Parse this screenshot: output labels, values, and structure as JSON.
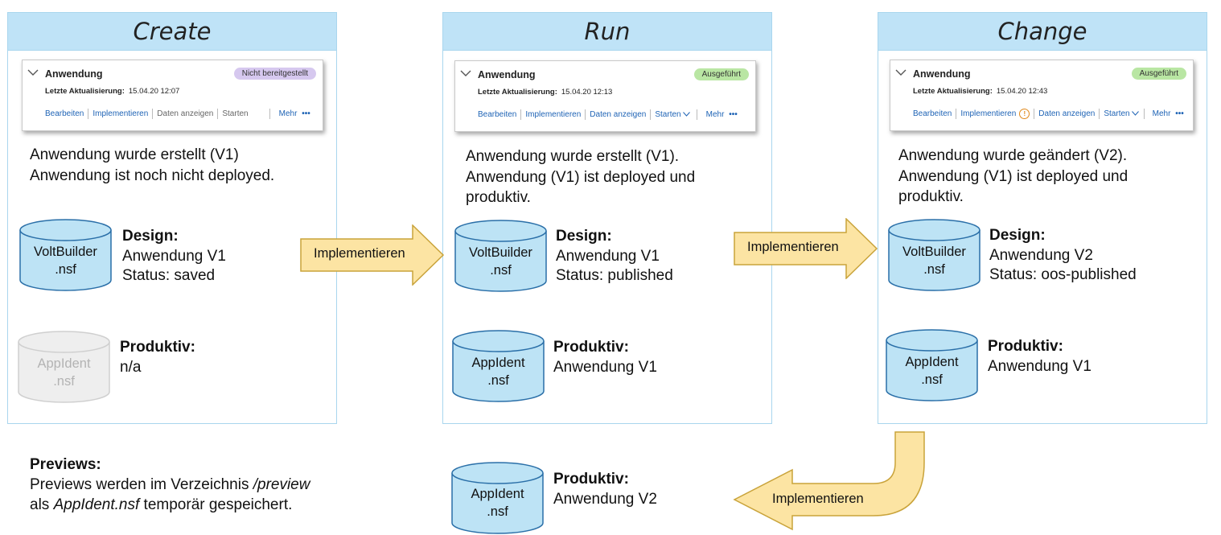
{
  "panels": [
    {
      "header": "Create",
      "card": {
        "title": "Anwendung",
        "badge": "Nicht bereitgestellt",
        "badge_color": "#d6c8ef",
        "updated_label": "Letzte Aktualisierung:",
        "updated_value": "15.04.20 12:07",
        "actions": {
          "edit": "Bearbeiten",
          "deploy": "Implementieren",
          "view": "Daten anzeigen",
          "start": "Starten",
          "more": "Mehr",
          "more_dots": "•••"
        }
      },
      "description": [
        "Anwendung wurde erstellt (V1)",
        "Anwendung ist noch nicht deployed."
      ],
      "design_db": {
        "line1": "VoltBuilder",
        "line2": ".nsf"
      },
      "design_info": {
        "title": "Design:",
        "line1": "Anwendung V1",
        "line2": "Status: saved"
      },
      "prod_db": {
        "line1": "AppIdent",
        "line2": ".nsf"
      },
      "prod_info": {
        "title": "Produktiv:",
        "line1": "n/a"
      }
    },
    {
      "header": "Run",
      "card": {
        "title": "Anwendung",
        "badge": "Ausgeführt",
        "badge_color": "#b9e6a3",
        "updated_label": "Letzte Aktualisierung:",
        "updated_value": "15.04.20 12:13",
        "actions": {
          "edit": "Bearbeiten",
          "deploy": "Implementieren",
          "view": "Daten anzeigen",
          "start": "Starten",
          "more": "Mehr",
          "more_dots": "•••"
        }
      },
      "description": [
        "Anwendung wurde erstellt (V1).",
        "Anwendung (V1) ist deployed und",
        "produktiv."
      ],
      "design_db": {
        "line1": "VoltBuilder",
        "line2": ".nsf"
      },
      "design_info": {
        "title": "Design:",
        "line1": "Anwendung V1",
        "line2": "Status: published"
      },
      "prod_db": {
        "line1": "AppIdent",
        "line2": ".nsf"
      },
      "prod_info": {
        "title": "Produktiv:",
        "line1": "Anwendung V1"
      }
    },
    {
      "header": "Change",
      "card": {
        "title": "Anwendung",
        "badge": "Ausgeführt",
        "badge_color": "#b9e6a3",
        "updated_label": "Letzte Aktualisierung:",
        "updated_value": "15.04.20 12:43",
        "actions": {
          "edit": "Bearbeiten",
          "deploy": "Implementieren",
          "warn": "!",
          "view": "Daten anzeigen",
          "start": "Starten",
          "more": "Mehr",
          "more_dots": "•••"
        }
      },
      "description": [
        "Anwendung wurde geändert (V2).",
        "Anwendung (V1) ist deployed und",
        "produktiv."
      ],
      "design_db": {
        "line1": "VoltBuilder",
        "line2": ".nsf"
      },
      "design_info": {
        "title": "Design:",
        "line1": "Anwendung V2",
        "line2": "Status: oos-published"
      },
      "prod_db": {
        "line1": "AppIdent",
        "line2": ".nsf"
      },
      "prod_info": {
        "title": "Produktiv:",
        "line1": "Anwendung V1"
      }
    }
  ],
  "arrows": {
    "a1": "Implementieren",
    "a2": "Implementieren",
    "a3": "Implementieren"
  },
  "bottom_db": {
    "line1": "AppIdent",
    "line2": ".nsf"
  },
  "bottom_info": {
    "title": "Produktiv:",
    "line1": "Anwendung V2"
  },
  "previews": {
    "title": "Previews:",
    "l1_pre": "Previews werden im Verzeichnis ",
    "l1_em": "/preview",
    "l2_em": "AppIdent.nsf",
    "l2_pre": "als ",
    "l2_post": " temporär gespeichert."
  },
  "colors": {
    "cylinder": "#bde3f5",
    "cylinder_stroke": "#2a6fa8",
    "arrow_fill": "#fce4a3",
    "arrow_stroke": "#c9a33a",
    "panel_header": "#bfe3f7"
  }
}
